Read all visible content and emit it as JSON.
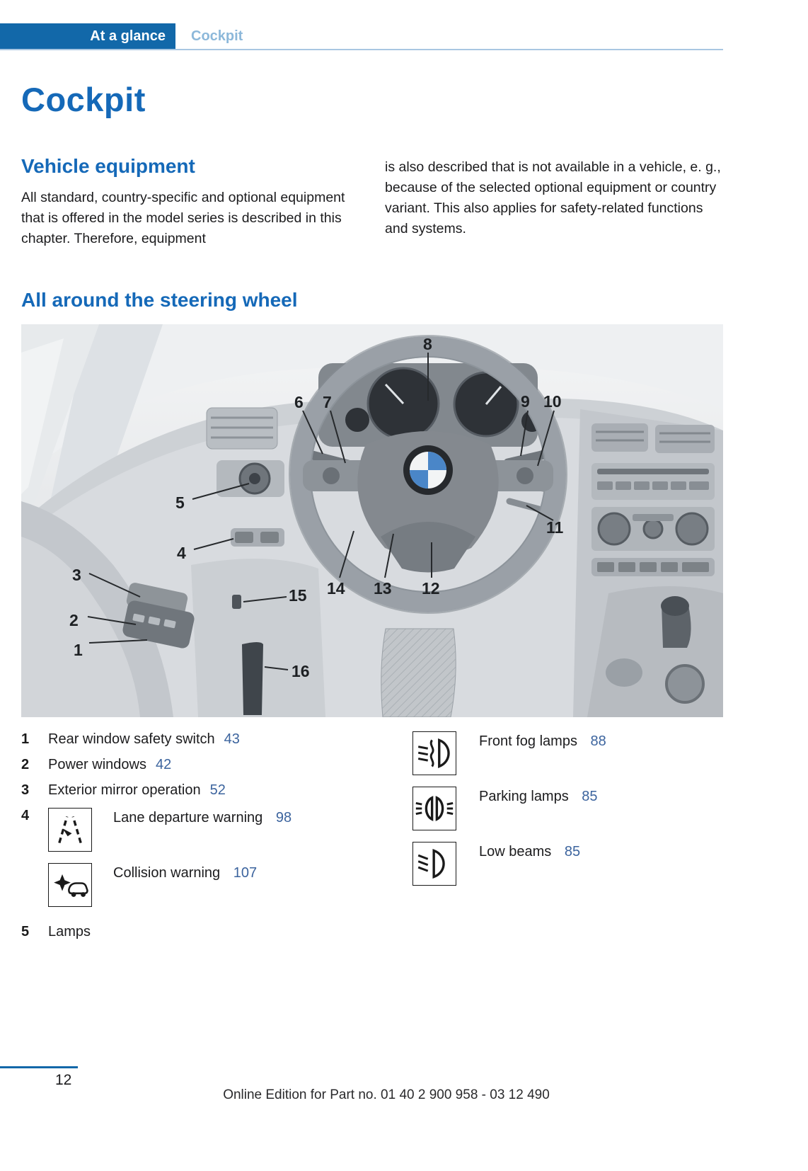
{
  "colors": {
    "brand_blue": "#1268a9",
    "heading_blue": "#1569b8",
    "tab_inactive_blue": "#8cb8da",
    "link_blue": "#3c649e"
  },
  "header": {
    "active_tab": "At a glance",
    "section_tab": "Cockpit"
  },
  "title": "Cockpit",
  "vehicle_equipment": {
    "heading": "Vehicle equipment",
    "left_text": "All standard, country-specific and optional equipment that is offered in the model series is described in this chapter. Therefore, equipment",
    "right_text": "is also described that is not available in a vehicle, e. g., because of the selected optional equipment or country variant. This also applies for safety-related functions and systems."
  },
  "steering_section": {
    "heading": "All around the steering wheel"
  },
  "figure": {
    "callouts": [
      "1",
      "2",
      "3",
      "4",
      "5",
      "6",
      "7",
      "8",
      "9",
      "10",
      "11",
      "12",
      "13",
      "14",
      "15",
      "16"
    ]
  },
  "legend": {
    "left": [
      {
        "num": "1",
        "label": "Rear window safety switch",
        "page": "43"
      },
      {
        "num": "2",
        "label": "Power windows",
        "page": "42"
      },
      {
        "num": "3",
        "label": "Exterior mirror operation",
        "page": "52"
      },
      {
        "num": "4",
        "label": "Lane departure warning",
        "page": "98",
        "icon": "lane-departure-warning-icon"
      },
      {
        "num": "",
        "label": "Collision warning",
        "page": "107",
        "icon": "collision-warning-icon"
      },
      {
        "num": "5",
        "label": "Lamps",
        "page": ""
      }
    ],
    "right": [
      {
        "label": "Front fog lamps",
        "page": "88",
        "icon": "front-fog-lamps-icon"
      },
      {
        "label": "Parking lamps",
        "page": "85",
        "icon": "parking-lamps-icon"
      },
      {
        "label": "Low beams",
        "page": "85",
        "icon": "low-beams-icon"
      }
    ]
  },
  "footer": {
    "page_number": "12",
    "edition": "Online Edition for Part no. 01 40 2 900 958 - 03 12 490"
  }
}
